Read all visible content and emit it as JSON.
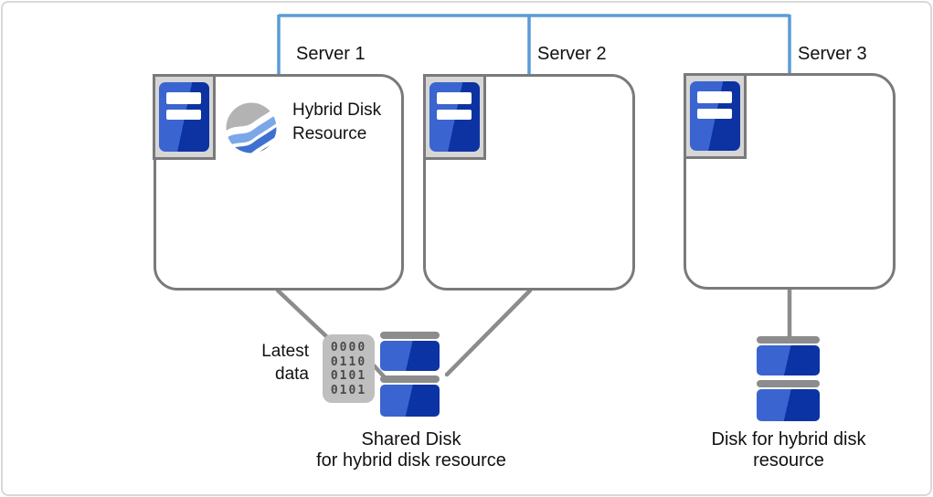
{
  "colors": {
    "network_line": "#5b9bd5",
    "connector_gray": "#8c8c8c",
    "box_border": "#7a7a7a",
    "icon_frame_bg": "#d6d6d6",
    "server_blue": "#3a64cf",
    "server_blue_dark": "#0d33a2",
    "disk_blue": "#3a64cf",
    "disk_blue_dark": "#0b33a4",
    "cap_gray": "#8c8c8c",
    "binary_bg": "#bfbfbf",
    "binary_digit": "#4a4a4a",
    "sphere_gray": "#b3b3b3",
    "sphere_blue_light": "#7aa7e8",
    "sphere_blue_mid": "#3f6fd0",
    "sphere_blue_dark": "#1b3a78"
  },
  "servers": [
    {
      "label": "Server 1"
    },
    {
      "label": "Server 2"
    },
    {
      "label": "Server 3"
    }
  ],
  "server1_resource": {
    "label": "Hybrid Disk Resource"
  },
  "latest_data": {
    "label": "Latest data"
  },
  "binary_block": {
    "rows": [
      "0000",
      "0110",
      "0101",
      "0101"
    ]
  },
  "shared_disk_caption": {
    "line1": "Shared Disk",
    "line2": "for hybrid disk resource"
  },
  "hybrid_disk_caption": {
    "line1": "Disk for hybrid disk",
    "line2": "resource"
  }
}
